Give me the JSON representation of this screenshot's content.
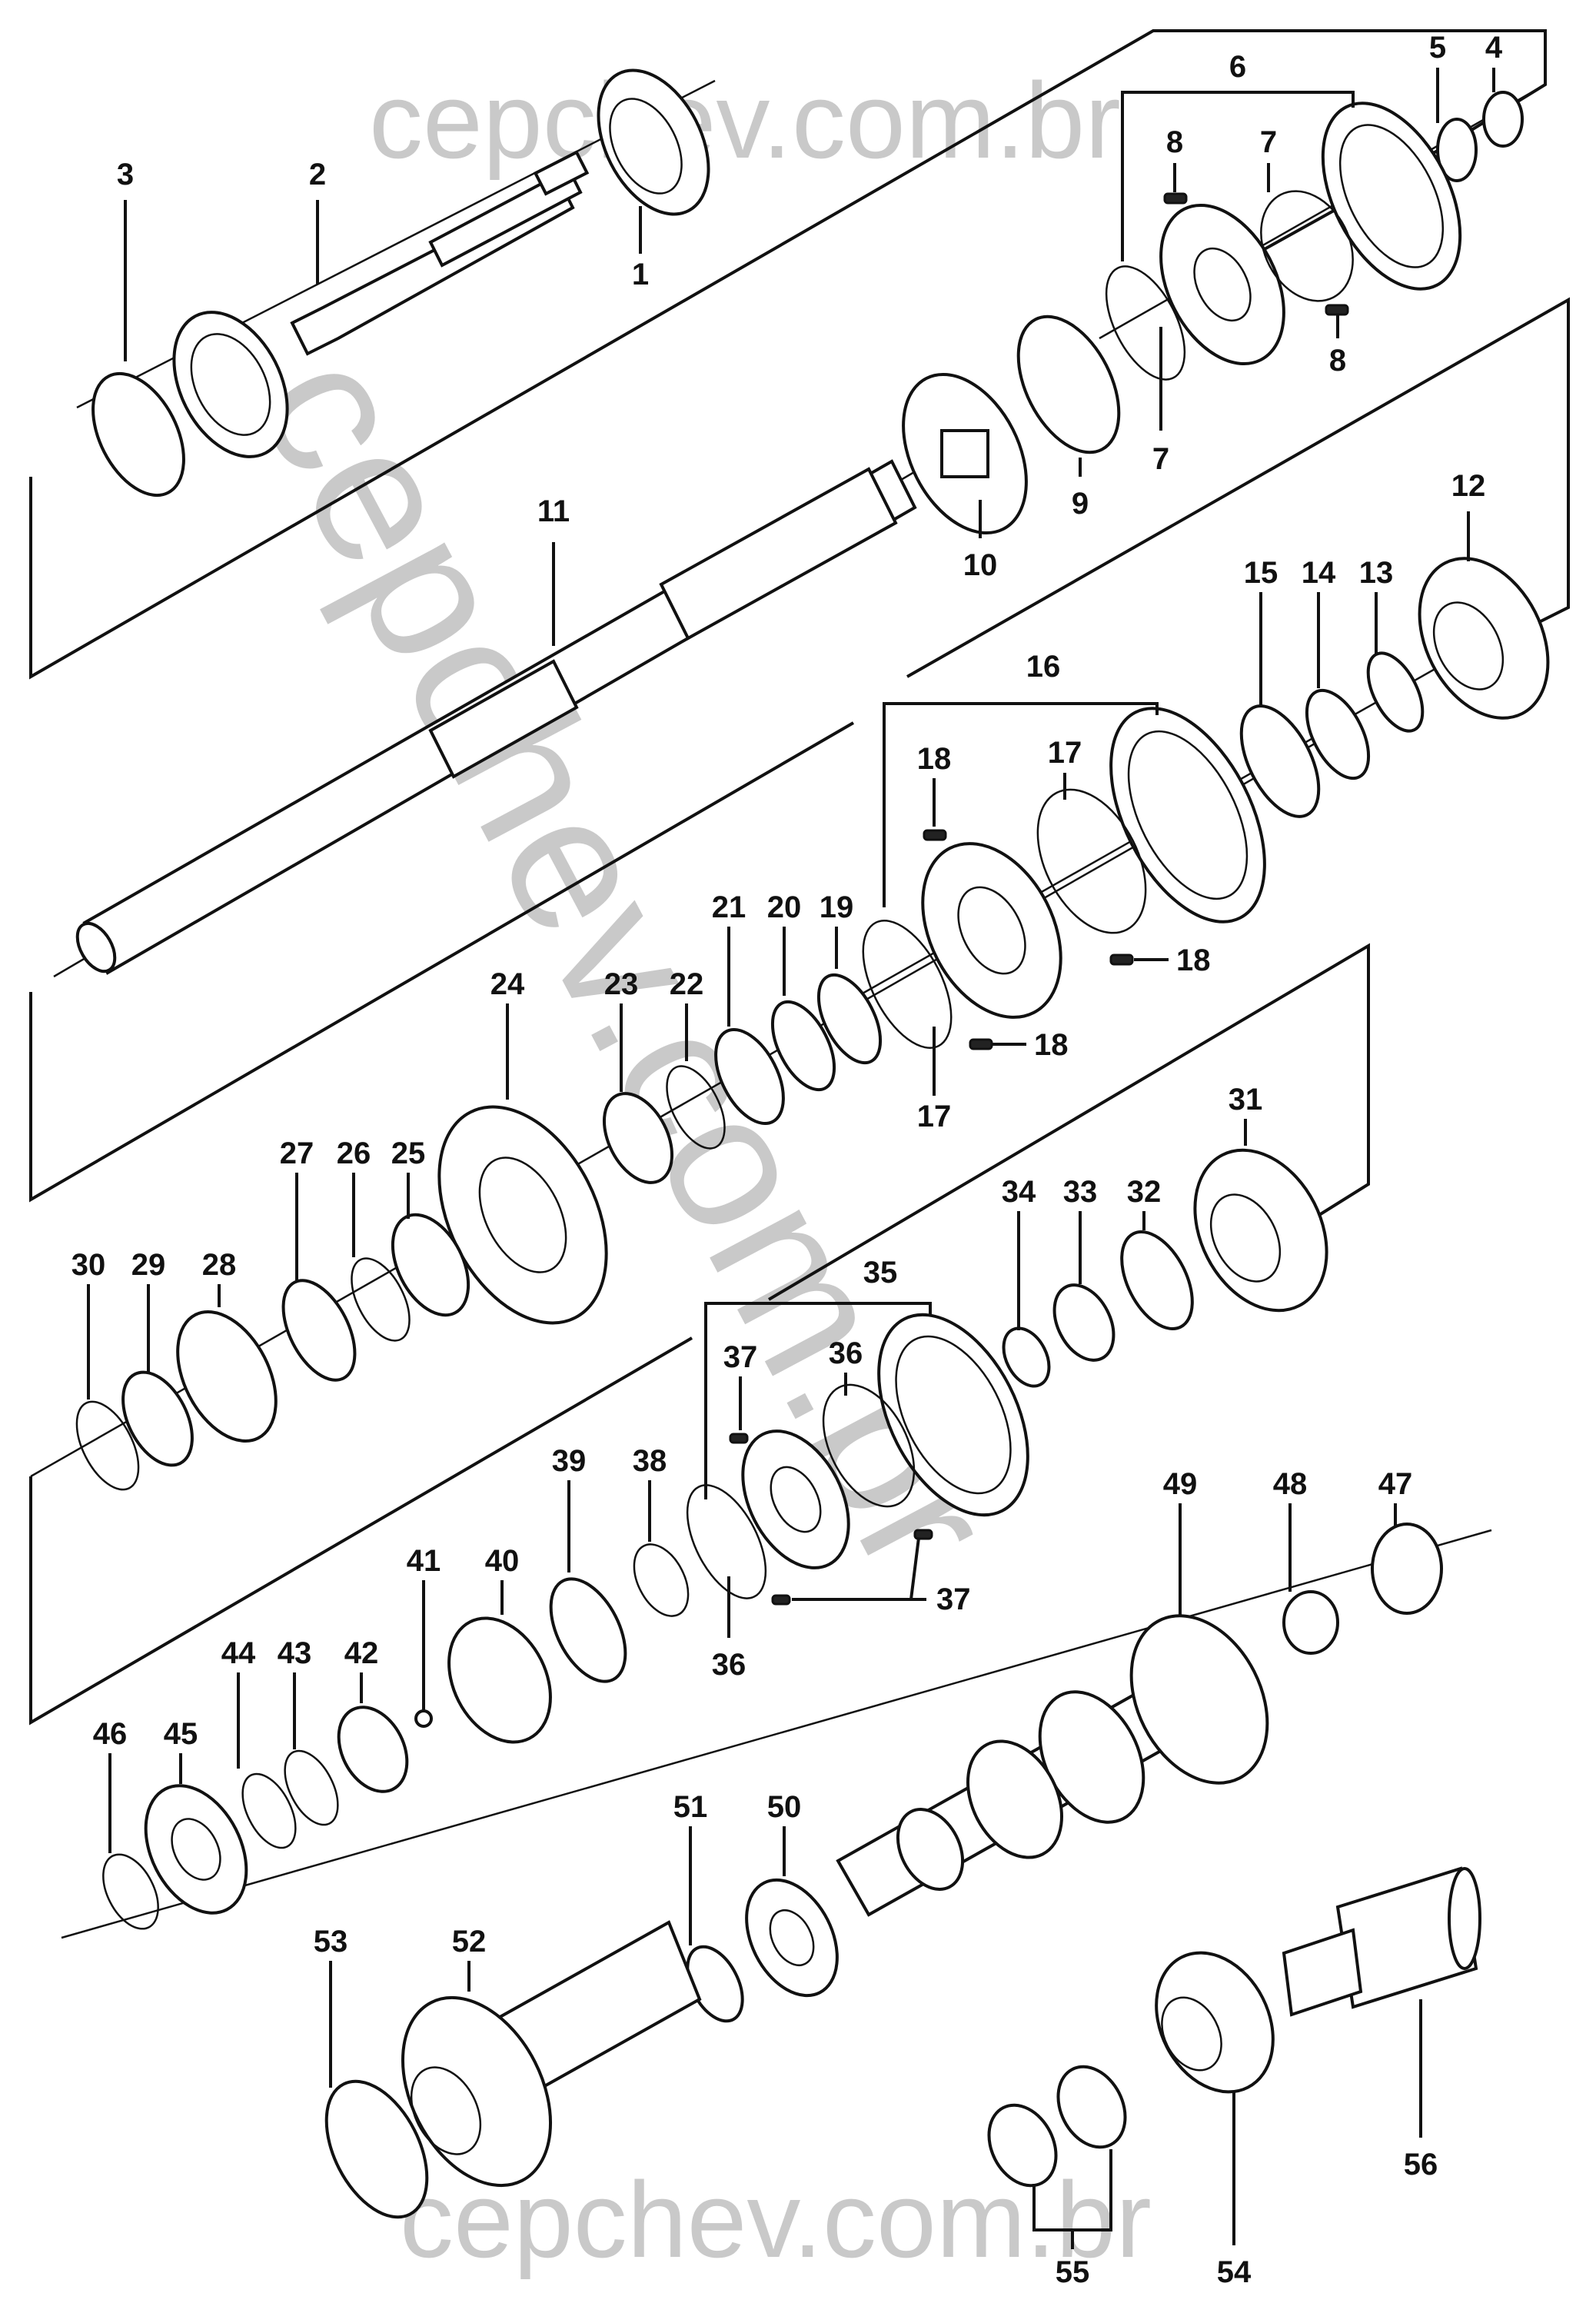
{
  "watermark": {
    "top": "cepchev.com.br",
    "diagonal": "cepchev.com.br",
    "bottom": "cepchev.com.br"
  },
  "callouts": [
    "1",
    "2",
    "3",
    "4",
    "5",
    "6",
    "7",
    "8",
    "9",
    "10",
    "11",
    "12",
    "13",
    "14",
    "15",
    "16",
    "17",
    "18",
    "19",
    "20",
    "21",
    "22",
    "23",
    "24",
    "25",
    "26",
    "27",
    "28",
    "29",
    "30",
    "31",
    "32",
    "33",
    "34",
    "35",
    "36",
    "37",
    "38",
    "39",
    "40",
    "41",
    "42",
    "43",
    "44",
    "45",
    "46",
    "47",
    "48",
    "49",
    "50",
    "51",
    "52",
    "53",
    "54",
    "55",
    "56"
  ],
  "colors": {
    "ink": "#111111",
    "watermark": "#c9c9c9",
    "paper": "#ffffff"
  }
}
